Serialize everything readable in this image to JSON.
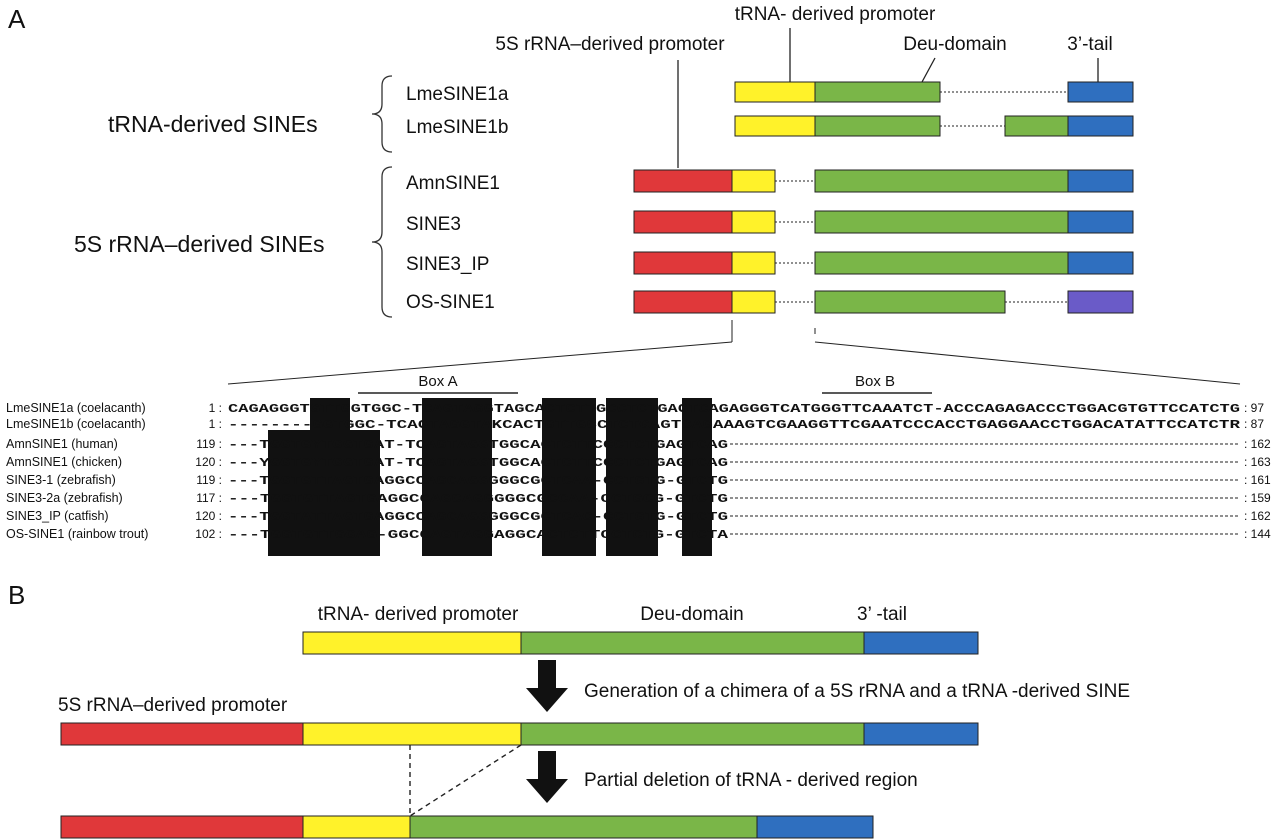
{
  "panel_a": {
    "label": "A",
    "annotations": {
      "trna_promoter": "tRNA- derived promoter",
      "rrna_promoter": "5S rRNA–derived promoter",
      "deu_domain": "Deu-domain",
      "tail": "3’-tail"
    },
    "group_trna": "tRNA-derived SINEs",
    "group_5s": "5S rRNA–derived SINEs",
    "sines": [
      {
        "name": "LmeSINE1a"
      },
      {
        "name": "LmeSINE1b"
      },
      {
        "name": "AmnSINE1"
      },
      {
        "name": "SINE3"
      },
      {
        "name": "SINE3_IP"
      },
      {
        "name": "OS-SINE1"
      }
    ],
    "box_a": "Box A",
    "box_b": "Box B",
    "alignment": [
      {
        "name": "LmeSINE1a (coelacanth)",
        "start": "1 :",
        "seq": "CAGAGGGTGTTGGTGGC-TCAGTAGGTAGCACTCTTGCCTCTGAGTCAGAGGGTCATGGGTTCAAATCT-ACCCAGAGACCCTGGACGTGTTCCATCTG",
        "end": ": 97"
      },
      {
        "name": "LmeSINE1b (coelacanth)",
        "start": "1 :",
        "seq": "--------GGTGGC-TCAGTAGGTAKCACTGTTGCCTCTGAGTCAGAAAGTCGAAGGTTCGAATCCCACCTGAGGAACCTGGACATATTCCATCTR",
        "end": ": 87"
      },
      {
        "name": "AmnSINE1 (human)",
        "start": "119 :",
        "seq": "---TGGTGYTGGTGAT-TCAGTAGGTGGCACTCTTCCCTCTGAGTCAG",
        "end": ": 162"
      },
      {
        "name": "AmnSINE1 (chicken)",
        "start": "120 :",
        "seq": "---YGGTGYTGGTGAT-TCAGTAGGTGGCACTCTTCCCTCTGAGTCAG",
        "end": ": 163"
      },
      {
        "name": "SINE3-1 (zebrafish)",
        "start": "119 :",
        "seq": "---TGGTGTTAGTGAGGCCAGCAGGGGGCGCTCAA-CCTGTG-GTCTG",
        "end": ": 161"
      },
      {
        "name": "SINE3-2a (zebrafish)",
        "start": "117 :",
        "seq": "---TGGTGTTAGTGAGGCCAGCAGGGGGCGCCAA-CCTGCG-GTCTG",
        "end": ": 159"
      },
      {
        "name": "SINE3_IP (catfish)",
        "start": "120 :",
        "seq": "---TGGTATTAGTGAGGCCAGCAGGGGGCGCTCAC-CCTGTG-GTCTG",
        "end": ": 162"
      },
      {
        "name": "OS-SINE1 (rainbow trout)",
        "start": "102 :",
        "seq": "---TGGTGTTGGAG-GGCCAGTAGGAGGCACTCTTCCTCTG-GTCTA",
        "end": ": 144"
      }
    ]
  },
  "panel_b": {
    "label": "B",
    "label_trna_promoter": "tRNA- derived promoter",
    "label_deu": "Deu-domain",
    "label_tail": "3’ -tail",
    "label_5s": "5S rRNA–derived promoter",
    "step1": "Generation of a chimera of a 5S  rRNA  and a tRNA -derived SINE",
    "step2": "Partial deletion of  tRNA - derived region"
  },
  "colors": {
    "rrna": "#e0383a",
    "trna": "#fff22a",
    "deu": "#7ab648",
    "tail": "#2f6fbf",
    "tail_os": "#6a5bc8",
    "text": "#111111"
  }
}
